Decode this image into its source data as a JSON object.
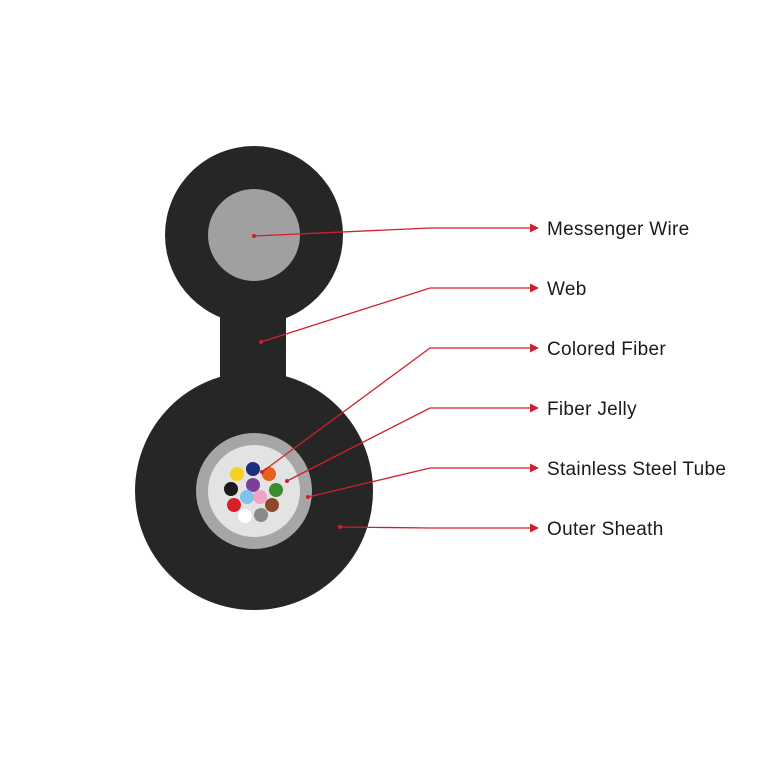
{
  "diagram": {
    "labels": [
      {
        "id": "messenger-wire",
        "text": "Messenger Wire"
      },
      {
        "id": "web",
        "text": "Web"
      },
      {
        "id": "colored-fiber",
        "text": "Colored Fiber"
      },
      {
        "id": "fiber-jelly",
        "text": "Fiber Jelly"
      },
      {
        "id": "stainless-steel-tube",
        "text": "Stainless Steel Tube"
      },
      {
        "id": "outer-sheath",
        "text": "Outer Sheath"
      }
    ],
    "fiber_colors": [
      "#f2d21b",
      "#1b2f7a",
      "#e8601c",
      "#1a1a1a",
      "#7b3f98",
      "#3a8c2f",
      "#d61f2a",
      "#7fc3e8",
      "#f0a3c4",
      "#8b4a2b",
      "#ffffff",
      "#8a8a8a"
    ]
  },
  "colors": {
    "sheath": "#262626",
    "messenger_core": "#a0a0a0",
    "tube": "#a6a6a6",
    "jelly": "#e3e3e3",
    "leader": "#d0202e",
    "label_text": "#1a1a1a",
    "background": "#ffffff"
  }
}
